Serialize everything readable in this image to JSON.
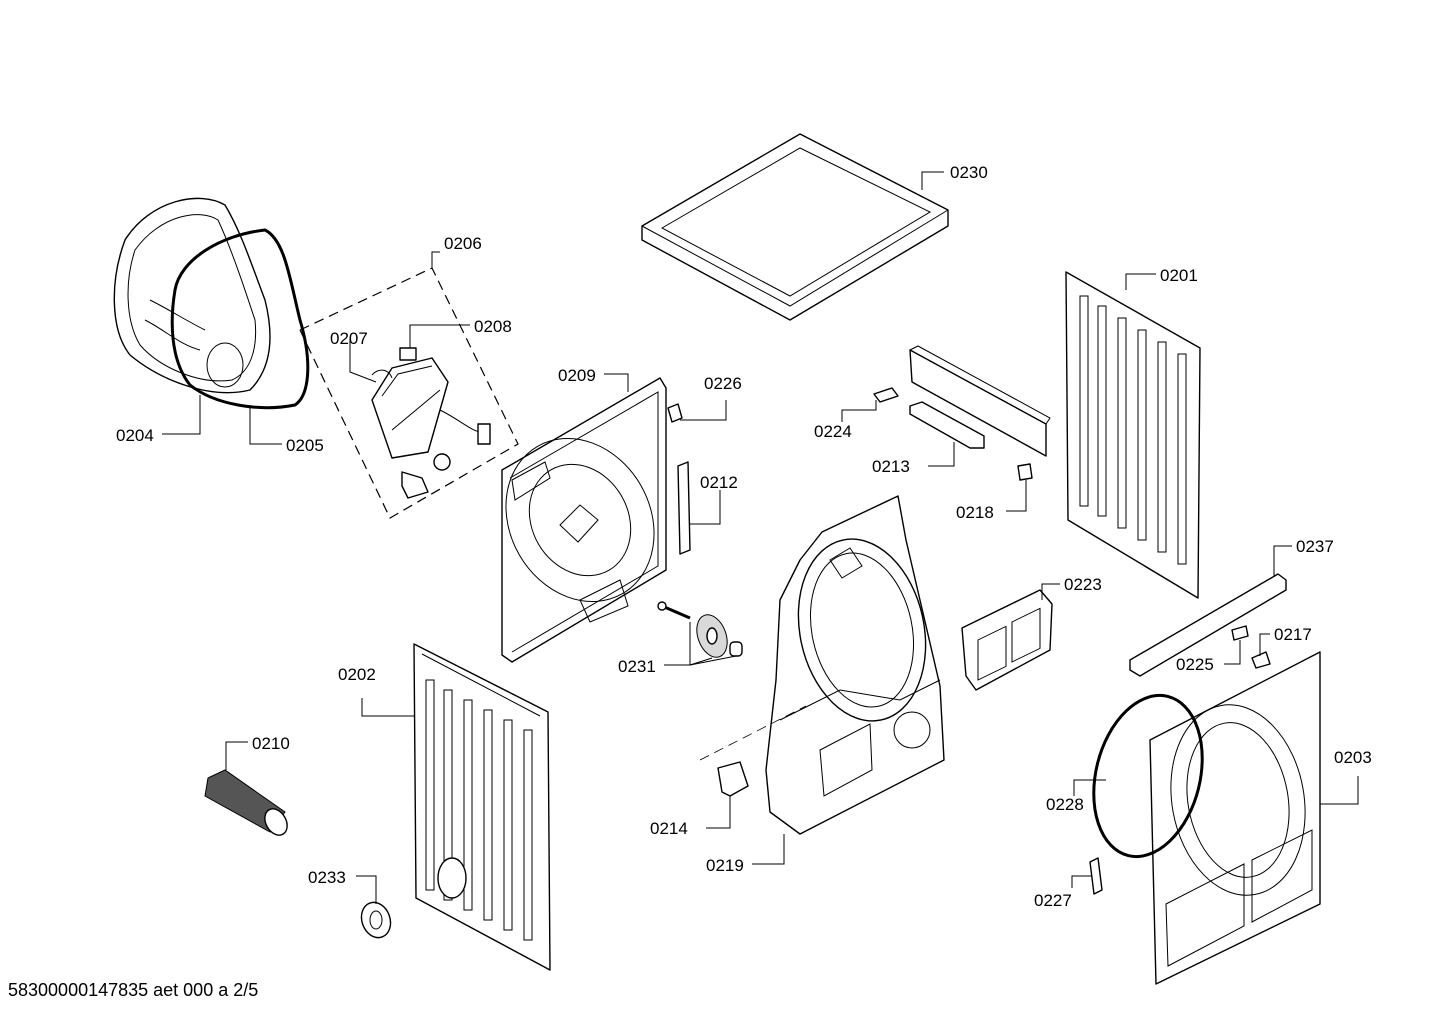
{
  "footer_text": "58300000147835 aet 000 a 2/5",
  "part_labels": {
    "p0201": "0201",
    "p0202": "0202",
    "p0203": "0203",
    "p0204": "0204",
    "p0205": "0205",
    "p0206": "0206",
    "p0207": "0207",
    "p0208": "0208",
    "p0209": "0209",
    "p0210": "0210",
    "p0212": "0212",
    "p0213": "0213",
    "p0214": "0214",
    "p0217": "0217",
    "p0218": "0218",
    "p0219": "0219",
    "p0223": "0223",
    "p0224": "0224",
    "p0225": "0225",
    "p0226": "0226",
    "p0227": "0227",
    "p0228": "0228",
    "p0230": "0230",
    "p0231": "0231",
    "p0233": "0233",
    "p0237": "0237"
  }
}
